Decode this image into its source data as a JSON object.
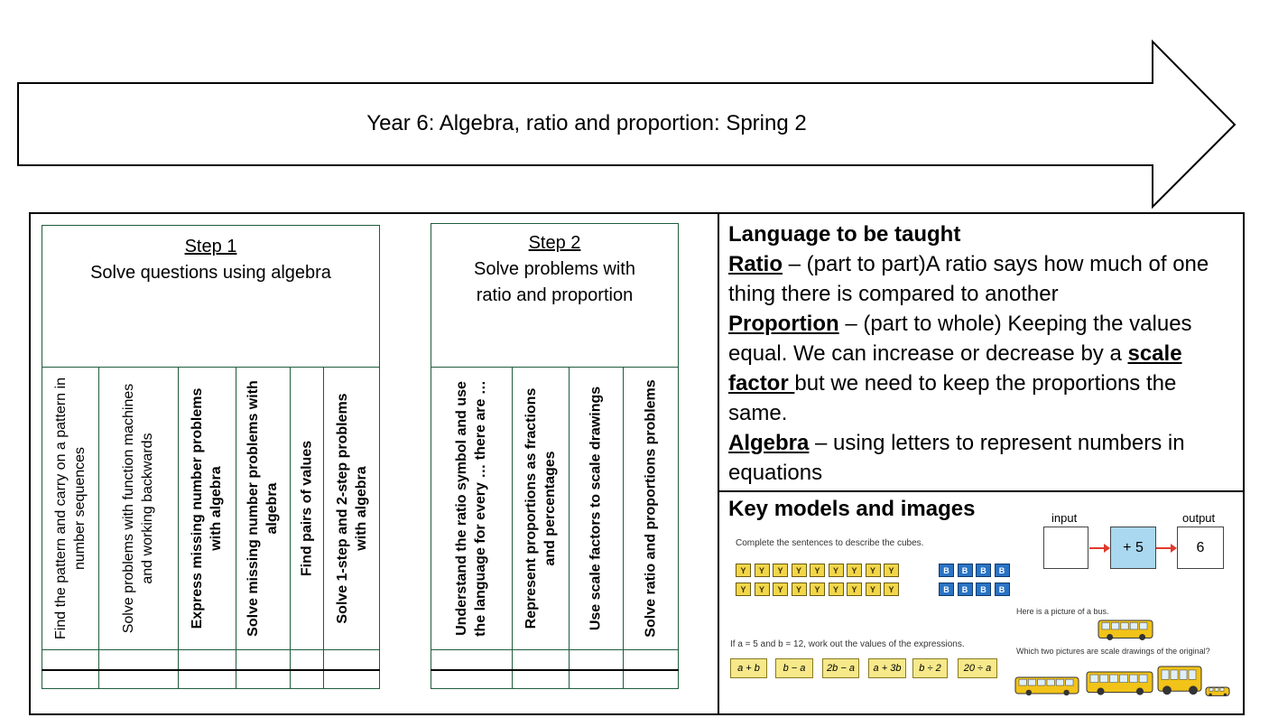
{
  "banner": {
    "title": "Year 6: Algebra, ratio and proportion: Spring 2"
  },
  "step1": {
    "label": "Step 1",
    "title": "Solve questions using algebra",
    "items": [
      {
        "text": "Find the pattern and carry on a pattern in number sequences",
        "bold": false
      },
      {
        "text": "Solve problems with function machines and working backwards",
        "bold": false
      },
      {
        "text": "Express missing number problems with algebra",
        "bold": true
      },
      {
        "text": "Solve missing number problems with algebra",
        "bold": true
      },
      {
        "text": "Find pairs of values",
        "bold": true
      },
      {
        "text": "Solve 1-step and 2-step problems with algebra",
        "bold": true
      }
    ]
  },
  "step2": {
    "label": "Step 2",
    "title": "Solve problems with ratio and proportion",
    "items": [
      {
        "text": "Understand the ratio symbol and use the language for every … there are …",
        "bold": true
      },
      {
        "text": "Represent proportions as fractions and percentages",
        "bold": true
      },
      {
        "text": "Use scale factors to scale drawings",
        "bold": true
      },
      {
        "text": "Solve ratio and proportions problems",
        "bold": true
      }
    ]
  },
  "language": {
    "title": "Language to be taught",
    "ratio_term": "Ratio",
    "ratio_def": " – (part to part)A ratio says how much of one thing there is compared to another",
    "proportion_term": "Proportion",
    "proportion_def": " – (part to whole) Keeping the values equal. We can increase or decrease by a ",
    "scale_term": "scale factor ",
    "proportion_def2": "but we need to keep the proportions the same.",
    "algebra_term": "Algebra",
    "algebra_def": " – using letters to represent numbers in equations"
  },
  "models": {
    "title": "Key models and images",
    "cubes_prompt": "Complete the sentences to describe the cubes.",
    "yellow_letter": "Y",
    "blue_letter": "B",
    "expr_prompt": "If a = 5 and b = 12, work out the values of the expressions.",
    "expressions": [
      "a + b",
      "b − a",
      "2b − a",
      "a + 3b",
      "b ÷ 2",
      "20 ÷ a"
    ],
    "function_machine": {
      "input_label": "input",
      "output_label": "output",
      "operation": "+ 5",
      "output_value": "6"
    },
    "bus_prompt": "Here is a picture of a bus.",
    "bus_question": "Which two pictures are scale drawings of the original?",
    "colors": {
      "cube_yellow": "#f2d64a",
      "cube_blue": "#2a73c4",
      "machine_blue": "#a9d8f0",
      "arrow_red": "#e03a2e"
    }
  }
}
